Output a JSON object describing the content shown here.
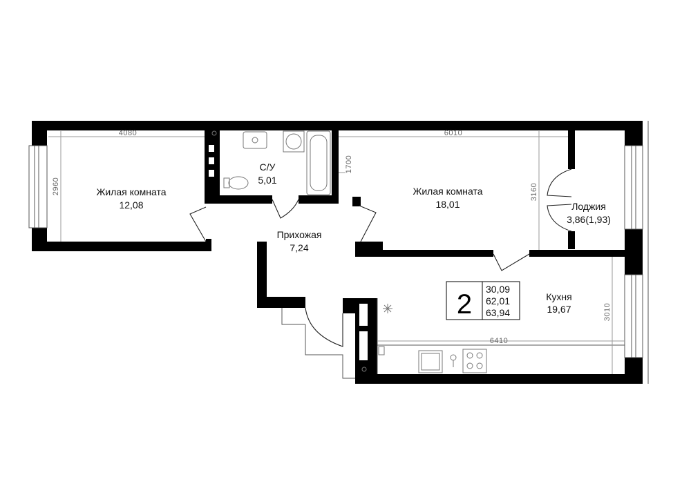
{
  "rooms": {
    "living1": {
      "name": "Жилая комната",
      "area": "12,08"
    },
    "bathroom": {
      "name": "С/У",
      "area": "5,01"
    },
    "living2": {
      "name": "Жилая комната",
      "area": "18,01"
    },
    "loggia": {
      "name": "Лоджия",
      "area": "3,86(1,93)"
    },
    "hall": {
      "name": "Прихожая",
      "area": "7,24"
    },
    "kitchen": {
      "name": "Кухня",
      "area": "19,67"
    }
  },
  "dimensions": {
    "living1_width": "4080",
    "living1_depth": "2960",
    "living2_width": "6010",
    "living2_depth": "3160",
    "bath_depth": "1700",
    "kitchen_width": "6410",
    "kitchen_depth": "3010"
  },
  "summary": {
    "rooms_count": "2",
    "living_area": "30,09",
    "total_area": "62,01",
    "total_area_with_loggia": "63,94"
  },
  "colors": {
    "walls": "#000000",
    "dimension_lines": "#9a9a9a",
    "text": "#111111"
  }
}
